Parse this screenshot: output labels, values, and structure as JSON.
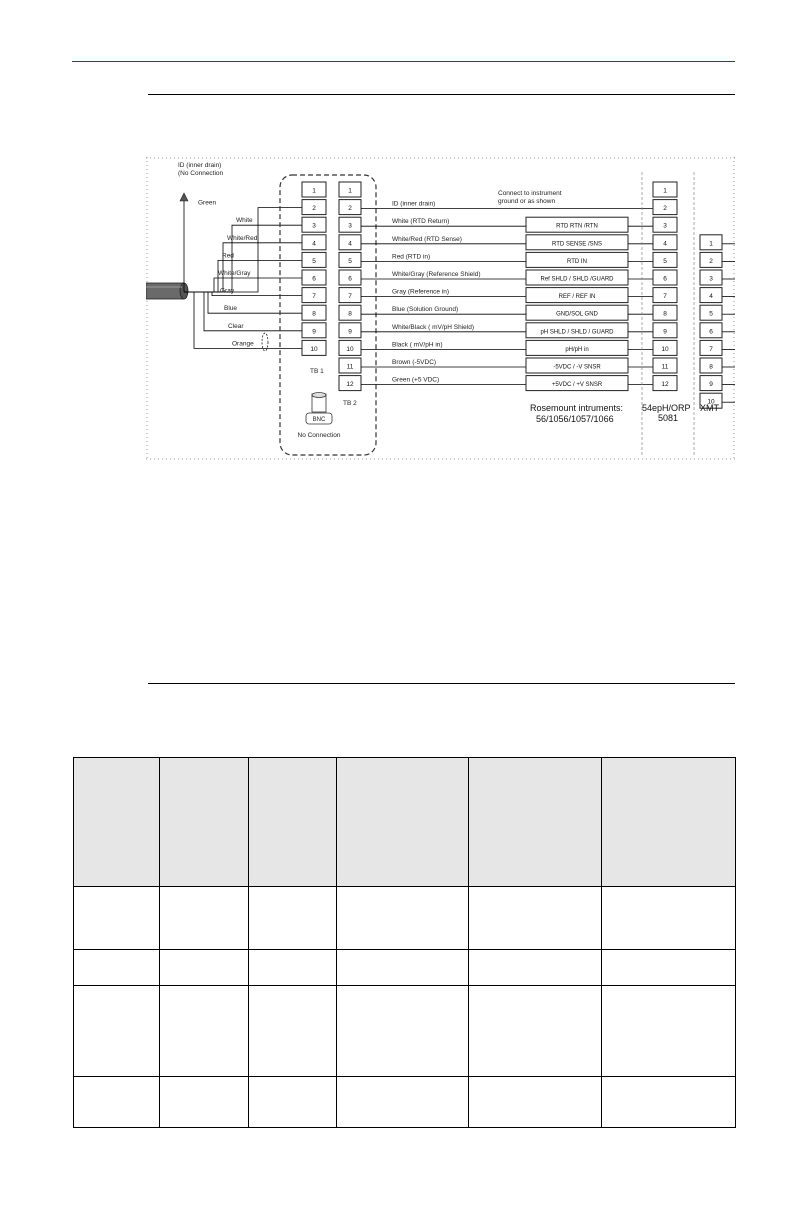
{
  "diagram": {
    "drain_label": "ID (inner drain)",
    "drain_note": "(No Connection",
    "connect_note_1": "Connect to instrument",
    "connect_note_2": "ground or as shown",
    "wire_colors": [
      "Green",
      "White",
      "White/Red",
      "Red",
      "White/Gray",
      "Gray",
      "Blue",
      "Clear",
      "Orange"
    ],
    "tb1_numbers": [
      "1",
      "2",
      "3",
      "4",
      "5",
      "6",
      "7",
      "8",
      "9",
      "10"
    ],
    "tb2_numbers": [
      "1",
      "2",
      "3",
      "4",
      "5",
      "6",
      "7",
      "8",
      "9",
      "10",
      "11",
      "12"
    ],
    "tb1_label": "TB 1",
    "tb2_label": "TB 2",
    "bnc_label": "BNC",
    "no_connection": "No Connection",
    "wire_descriptions": [
      "ID (inner drain)",
      "White (RTD Return)",
      "White/Red (RTD Sense)",
      "Red (RTD in)",
      "White/Gray  (Reference Shield)",
      "Gray (Reference in)",
      "Blue (Solution Ground)",
      "White/Black ( mV/pH Shield)",
      "Black ( mV/pH in)",
      "Brown (-5VDC)",
      "Green (+5 VDC)"
    ],
    "rosemount_terminals": [
      "RTD RTN /RTN",
      "RTD SENSE /SNS",
      "RTD IN",
      "Ref SHLD / SHLD /GUARD",
      "REF / REF IN",
      "GND/SOL GND",
      "pH SHLD / SHLD  / GUARD",
      "pH/pH in",
      "-5VDC / -V SNSR",
      "+5VDC / +V SNSR"
    ],
    "rosemount_label_1": "Rosemount intruments:",
    "rosemount_label_2": "56/1056/1057/1066",
    "ph_orp_numbers": [
      "1",
      "2",
      "3",
      "4",
      "5",
      "6",
      "7",
      "8",
      "9",
      "10",
      "11",
      "12"
    ],
    "ph_orp_label_1": "54epH/ORP",
    "ph_orp_label_2": "5081",
    "xmt_numbers": [
      "1",
      "2",
      "3",
      "4",
      "5",
      "6",
      "7",
      "8",
      "9",
      "10"
    ],
    "xmt_label": "XMT"
  },
  "table": {
    "columns": [
      "",
      "",
      "",
      "",
      "",
      ""
    ],
    "rows": [
      [
        "",
        "",
        "",
        "",
        "",
        ""
      ],
      [
        "",
        "",
        "",
        "",
        "",
        ""
      ],
      [
        "",
        "",
        "",
        "",
        "",
        ""
      ],
      [
        "",
        "",
        "",
        "",
        "",
        ""
      ]
    ]
  }
}
